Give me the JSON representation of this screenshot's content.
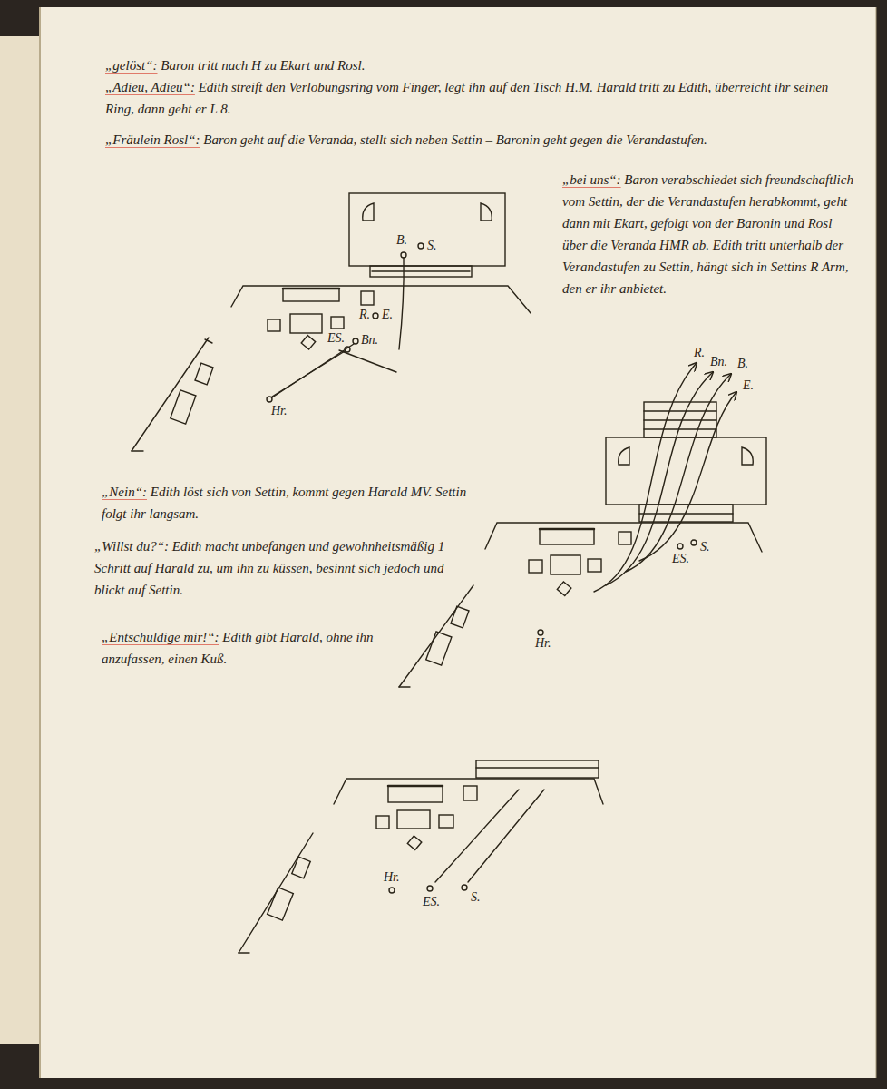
{
  "diagram": {
    "labels": [
      "„gelöst“:",
      "Baron tritt nach H zu Ekart und Rosl.",
      "„Adieu, Adieu“:",
      "Edith streift den Verlobungsring vom Finger, legt ihn auf den Tisch H.M. Harald tritt zu Edith, überreicht ihr seinen Ring, dann geht er L 8.",
      "„Fräulein Rosl“:",
      "Baron geht auf die Veranda, stellt sich neben Settin – Baronin geht gegen die Verandastufen.",
      "„bei uns“:",
      "Baron verabschiedet sich freundschaftlich vom Settin, der die Verandastufen herabkommt, geht dann mit Ekart, gefolgt von der Baronin und Rosl über die Veranda HMR ab. Edith tritt unterhalb der Verandastufen zu Settin, hängt sich in Settins R Arm, den er ihr anbietet.",
      "B.",
      "S.",
      "R.",
      "E.",
      "ES.",
      "Bn.",
      "Hr.",
      "„Nein“:",
      "Edith löst sich von Settin, kommt gegen Harald MV. Settin folgt ihr langsam.",
      "„Willst du?“:",
      "Edith macht unbefangen und gewohnheitsmäßig 1 Schritt auf Harald zu, um ihn zu küssen, besinnt sich jedoch und blickt auf Settin.",
      "„Entschuldige mir!“:",
      "Edith gibt Harald, ohne ihn anzufassen, einen Kuß.",
      "R.",
      "Bn.",
      "B.",
      "E.",
      "S.",
      "ES.",
      "Hr.",
      "Hr.",
      "ES.",
      "S."
    ]
  }
}
